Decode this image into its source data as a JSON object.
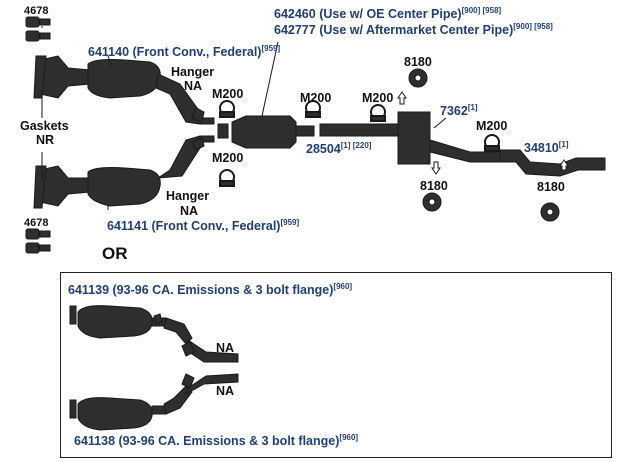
{
  "colors": {
    "part_text": "#1f3f78",
    "label_text": "#111111",
    "part_fill": "#2e2e2e",
    "border": "#222222"
  },
  "parts": {
    "bolt_top": "4678",
    "bolt_bottom": "4678",
    "front_conv_federal_top": {
      "number": "641140",
      "desc": "(Front Conv., Federal)",
      "ref": "[959]"
    },
    "front_conv_federal_bottom": {
      "number": "641141",
      "desc": "(Front Conv., Federal)",
      "ref": "[959]"
    },
    "center_pipe_oe": {
      "number": "642460",
      "desc": "(Use w/ OE Center Pipe)",
      "ref": "[900] [958]"
    },
    "center_pipe_aftermarket": {
      "number": "642777",
      "desc": "(Use w/ Aftermarket Center Pipe)",
      "ref": "[900] [958]"
    },
    "intermediate_pipe": {
      "number": "28504",
      "ref": "[1] [220]"
    },
    "muffler": {
      "number": "7362",
      "ref": "[1]"
    },
    "tailpipe": {
      "number": "34810",
      "ref": "[1]"
    },
    "hanger_top_right": "8180",
    "hanger_bottom_right_1": "8180",
    "hanger_bottom_right_2": "8180",
    "clamp_upper_left": "M200",
    "clamp_lower_left": "M200",
    "clamp_center_1": "M200",
    "clamp_center_2": "M200",
    "clamp_right": "M200"
  },
  "labels": {
    "gaskets": "Gaskets",
    "gaskets_nr": "NR",
    "hanger_top": "Hanger",
    "hanger_top_na": "NA",
    "hanger_bottom": "Hanger",
    "hanger_bottom_na": "NA",
    "or": "OR"
  },
  "inset": {
    "top_conv": {
      "number": "641139",
      "desc": "(93-96 CA. Emissions & 3 bolt flange)",
      "ref": "[960]"
    },
    "bottom_conv": {
      "number": "641138",
      "desc": "(93-96 CA. Emissions & 3 bolt flange)",
      "ref": "[960]"
    },
    "na_top": "NA",
    "na_bottom": "NA"
  }
}
